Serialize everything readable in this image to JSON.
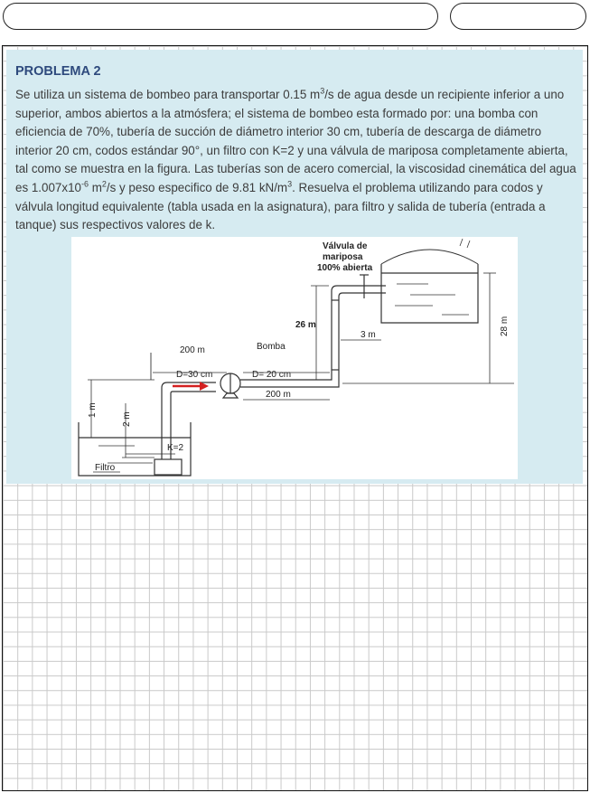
{
  "problem": {
    "title": "PROBLEMA 2",
    "text": {
      "p1": "Se utiliza un sistema de bombeo para transportar 0.15 m",
      "p1_sup": "3",
      "p2": "/s de agua desde un recipiente inferior a uno superior, ambos abiertos a la atmósfera; el sistema de bombeo esta formado por: una bomba con eficiencia de 70%, tubería de succión de diámetro interior 30 cm, tubería de descarga de diámetro interior 20 cm, codos estándar 90°, un filtro con K=2 y una válvula de mariposa completamente abierta, tal como se muestra en la figura. Las tuberías son de acero comercial, la viscosidad cinemática del agua es 1.007x10",
      "p2_sup": "-6",
      "p3": " m",
      "p3_sup": "2",
      "p4": "/s y peso especifico de 9.81 kN/m",
      "p4_sup": "3",
      "p5": ". Resuelva el problema utilizando para codos y válvula longitud equivalente  (tabla usada en la asignatura), para filtro y salida de tubería (entrada a tanque)  sus respectivos valores de k."
    }
  },
  "figure": {
    "valve_label": [
      "Válvula de",
      "mariposa",
      "100% abierta"
    ],
    "height_26": "26 m",
    "length_3": "3  m",
    "height_28": "28  m",
    "pump_label": "Bomba",
    "suction_length": "200  m",
    "suction_diameter": "D=30 cm",
    "discharge_diameter": "D= 20 cm",
    "discharge_length": "200    m",
    "depth_1": "1 m",
    "depth_2": "2  m",
    "filter_k": "K=2",
    "filter_label": "Filtro",
    "arrow_color": "#d42020"
  }
}
